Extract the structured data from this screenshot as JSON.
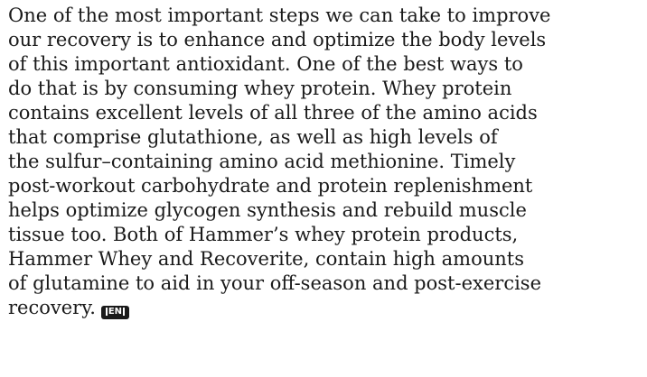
{
  "article": {
    "lines": [
      "One of the most important steps we can take to improve",
      "our recovery is to enhance and optimize the body levels",
      "of this important antioxidant. One of the best ways to",
      "do that is by consuming whey protein. Whey protein",
      "contains excellent levels of all three of the amino acids",
      "that comprise glutathione, as well as high levels of",
      "the sulfur–containing amino acid methionine. Timely",
      "post-workout carbohydrate and protein replenishment",
      "helps optimize glycogen synthesis and rebuild muscle",
      "tissue too. Both of Hammer’s whey protein products,",
      "Hammer Whey and Recoverite, contain high amounts",
      "of glutamine to aid in your off-season and post-exercise",
      "recovery."
    ],
    "end_mark": {
      "icon": "end-of-article-icon",
      "label": "EN"
    }
  }
}
